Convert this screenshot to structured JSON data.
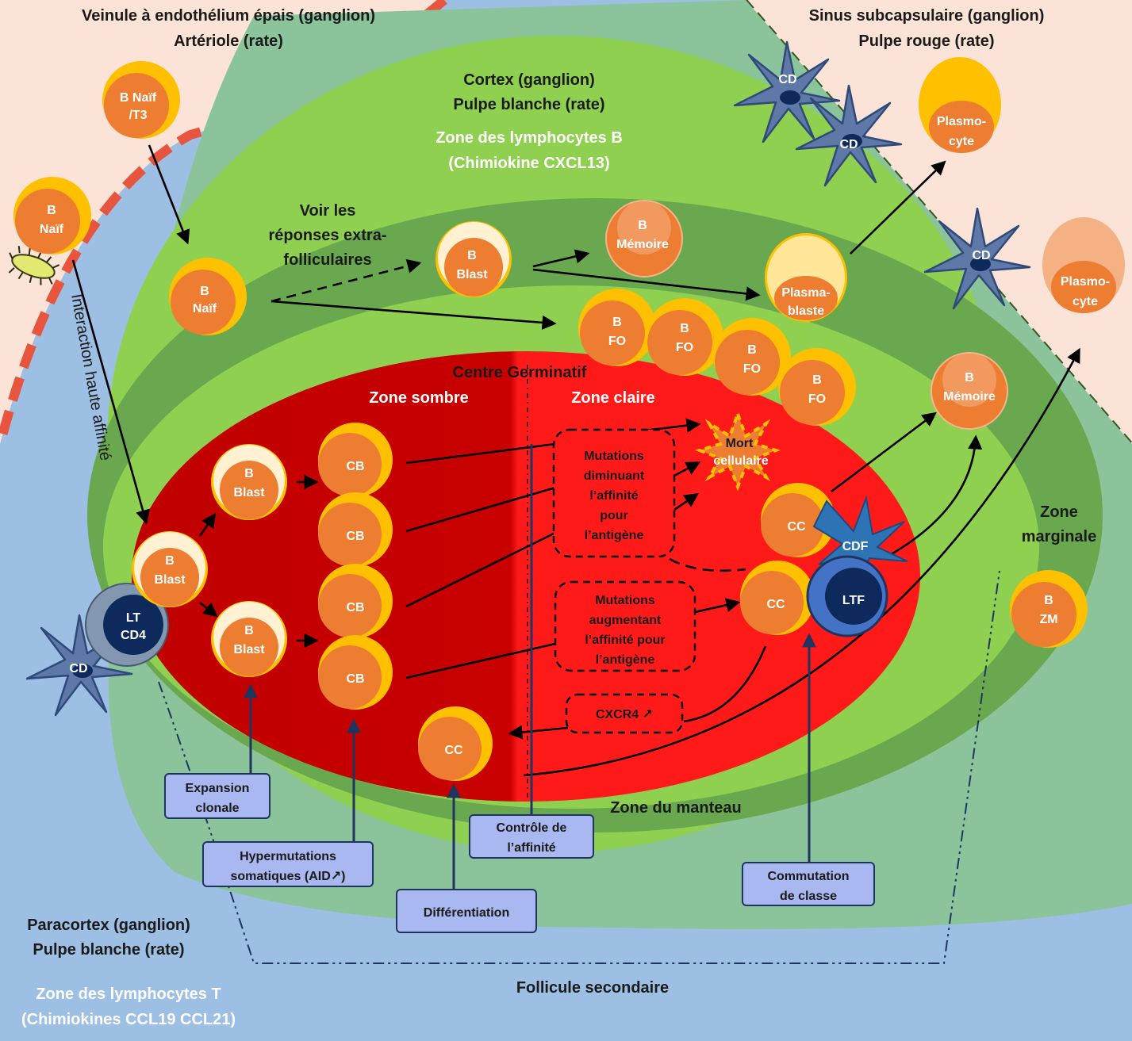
{
  "colors": {
    "background_blue": "#9dbfe4",
    "peach": "#fbe4d7",
    "dashed_vessel": "#e8553f",
    "green_outer": "#8bc49b",
    "green_bright": "#90d050",
    "green_dark": "#6aa84f",
    "germinal_center_dark": "#c00000",
    "germinal_center_light": "#ff1a1a",
    "cell_orange": "#ed7d31",
    "cell_yellow": "#ffc000",
    "label_box": "#a9b8f0",
    "dendritic_cell": "#5e79a8"
  },
  "regions": {
    "vessel_label": [
      "Veinule à endothélium épais (ganglion)",
      "Artériole (rate)"
    ],
    "sinus_label": [
      "Sinus subcapsulaire (ganglion)",
      "Pulpe rouge (rate)"
    ],
    "cortex_label": [
      "Cortex (ganglion)",
      "Pulpe blanche (rate)"
    ],
    "b_zone_label": [
      "Zone des lymphocytes B",
      "(Chimiokine CXCL13)"
    ],
    "extrafollicular_note": [
      "Voir les",
      "réponses extra-",
      "folliculaires"
    ],
    "germinal_center": "Centre Germinatif",
    "dark_zone": "Zone sombre",
    "light_zone": "Zone claire",
    "marginal_zone": [
      "Zone",
      "marginale"
    ],
    "mantle_zone": "Zone du manteau",
    "paracortex_label": [
      "Paracortex (ganglion)",
      "Pulpe blanche (rate)"
    ],
    "t_zone_label": [
      "Zone des lymphocytes T",
      "(Chimiokines CCL19 CCL21)"
    ],
    "follicle_label": "Follicule secondaire",
    "interaction_label": "Interaction haute affinité"
  },
  "cells": {
    "b_naif_t3": [
      "B Naïf",
      "/T3"
    ],
    "b_naif_top": [
      "B",
      "Naïf"
    ],
    "b_naif_mid": [
      "B",
      "Naïf"
    ],
    "b_blast": [
      "B",
      "Blast"
    ],
    "b_memoire": [
      "B",
      "Mémoire"
    ],
    "plasmablaste": [
      "Plasma-",
      "blaste"
    ],
    "plasmocyte": [
      "Plasmo-",
      "cyte"
    ],
    "b_fo": [
      "B",
      "FO"
    ],
    "b_zm": [
      "B",
      "ZM"
    ],
    "cb": "CB",
    "cc": "CC",
    "cd": "CD",
    "cdf": "CDF",
    "ltf": "LTF",
    "lt_cd4": [
      "LT",
      "CD4"
    ],
    "mort": [
      "Mort",
      "cellulaire"
    ]
  },
  "selection_boxes": {
    "decrease": [
      "Mutations",
      "diminuant",
      "l’affinité",
      "pour",
      "l’antigène"
    ],
    "increase": [
      "Mutations",
      "augmentant",
      "l’affinité pour",
      "l’antigène"
    ],
    "cxcr4": "CXCR4 ↗"
  },
  "process_labels": {
    "expansion": [
      "Expansion",
      "clonale"
    ],
    "hypermutations": [
      "Hypermutations",
      "somatiques (AID↗)"
    ],
    "differentiation": "Différentiation",
    "affinity_control": [
      "Contrôle de",
      "l’affinité"
    ],
    "class_switch": [
      "Commutation",
      "de classe"
    ]
  }
}
